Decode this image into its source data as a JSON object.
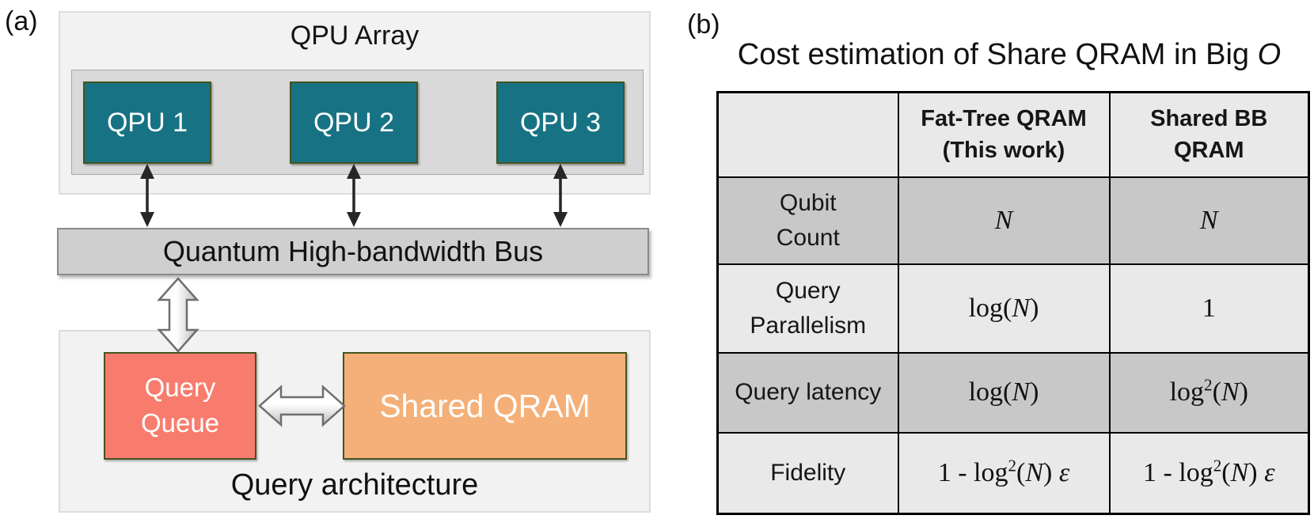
{
  "panel_a": {
    "label": "(a)",
    "qpu_array": {
      "title": "QPU Array",
      "qpus": [
        "QPU 1",
        "QPU 2",
        "QPU 3"
      ]
    },
    "bus_label": "Quantum High-bandwidth Bus",
    "query_architecture": {
      "title": "Query architecture",
      "query_queue_html": "Query<br>Queue",
      "shared_qram": "Shared QRAM"
    }
  },
  "panel_b": {
    "label": "(b)",
    "title_html": "Cost estimation of Share QRAM in Big <i>O</i>",
    "table": {
      "columns_html": [
        "",
        "Fat-Tree QRAM<br>(This work)",
        "Shared BB<br>QRAM"
      ],
      "rows_html": [
        [
          "Qubit<br>Count",
          "<i>N</i>",
          "<i>N</i>"
        ],
        [
          "Query<br>Parallelism",
          "log(<i>N</i>)",
          "1"
        ],
        [
          "Query latency",
          "log(<i>N</i>)",
          "log<sup>2</sup>(<i>N</i>)"
        ],
        [
          "Fidelity",
          "1 - log<sup>2</sup>(<i>N</i>) <i>ε</i>",
          "1 - log<sup>2</sup>(<i>N</i>) <i>ε</i>"
        ]
      ]
    }
  },
  "colors": {
    "qpu_teal": "#177383",
    "box_border_olive": "#44541f",
    "query_queue_salmon": "#f87c6d",
    "shared_qram_orange": "#f4b078",
    "bus_gray": "#cfcfcf",
    "panel_bg_gray": "#f2f2f2",
    "inner_bg_gray": "#d9d9d9",
    "table_row_light": "#e9e9e9",
    "table_row_dark": "#c8c8c8",
    "table_border": "#000000"
  }
}
